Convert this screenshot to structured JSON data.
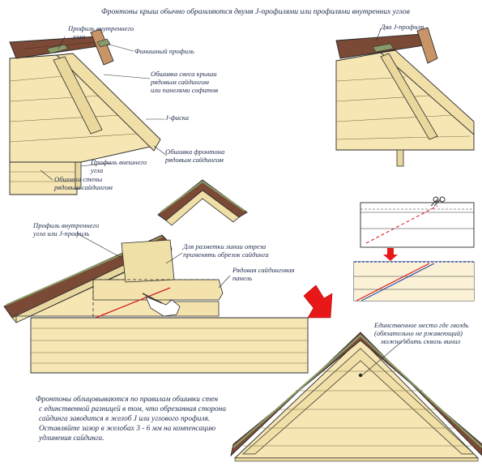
{
  "header": "Фронтоны крыш обычно обрамляются двумя J-профилями или профилями внутренних углов",
  "labels": {
    "inside_corner": [
      "Профиль внутреннего",
      "угла"
    ],
    "finish_profile": [
      "Финишный профиль"
    ],
    "eave_cover": [
      "Обшивка свеса крыши",
      "рядовым сайдингом",
      "или панелями софитов"
    ],
    "j_chamfer": [
      "J-фаска"
    ],
    "gable_cover": [
      "Обшивка фронтона",
      "рядовым сайдингом"
    ],
    "outside_corner": [
      "Профиль внешнего",
      "угла"
    ],
    "wall_cover": [
      "Обшивка стены",
      "рядовым сайдингом"
    ],
    "two_j": [
      "Два J-профиля"
    ],
    "inside_or_j": [
      "Профиль внутреннего",
      "угла или J-профиль"
    ],
    "marking": [
      "Для разметки линии отреза",
      "применять обрезок сайдинга"
    ],
    "row_panel": [
      "Рядовая сайдинговая",
      "панель"
    ],
    "nail_note": [
      "Единственное место где гвоздь",
      "(обязательно не ржавеющий)",
      "можно вбить сквозь винил"
    ]
  },
  "footer": [
    "Фронтоны облицовываются по правилам обшивки стен",
    "с единственной разницей в том, что обрезанная сторона",
    "сайдинга заводится в желоб J или углового профиля.",
    "Оставляйте зазор в желобах 3 - 6 мм на компенсацию",
    "удлинения сайдинга."
  ],
  "colors": {
    "siding": "#f6e6b4",
    "roof": "#7a4a36",
    "trim": "#8a9a68",
    "wood": "#c89468",
    "cut_line": "#d42020",
    "arrow": "#e81818",
    "blue_line": "#3050b0",
    "ink": "#2a2a2a",
    "text": "#1e2a4a"
  },
  "icons": [
    "scissors-icon",
    "hand-pencil-icon",
    "nail-icon",
    "red-arrow-icon"
  ]
}
